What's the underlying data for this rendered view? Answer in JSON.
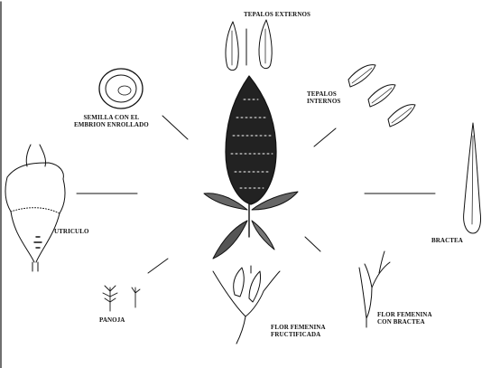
{
  "labels": {
    "tepalos_externos": "TEPALOS EXTERNOS",
    "semilla": "SEMILLA CON EL\nEMBRION ENROLLADO",
    "tepalos_internos": "TEPALOS\nINTERNOS",
    "utriculo": "UTRICULO",
    "bractea": "BRACTEA",
    "panoja": "PANOJA",
    "flor_fructificada": "FLOR FEMENINA\nFRUCTIFICADA",
    "flor_bractea": "FLOR FEMENINA\nCON BRACTEA"
  },
  "colors": {
    "ink": "#111111",
    "paper": "#ffffff"
  }
}
